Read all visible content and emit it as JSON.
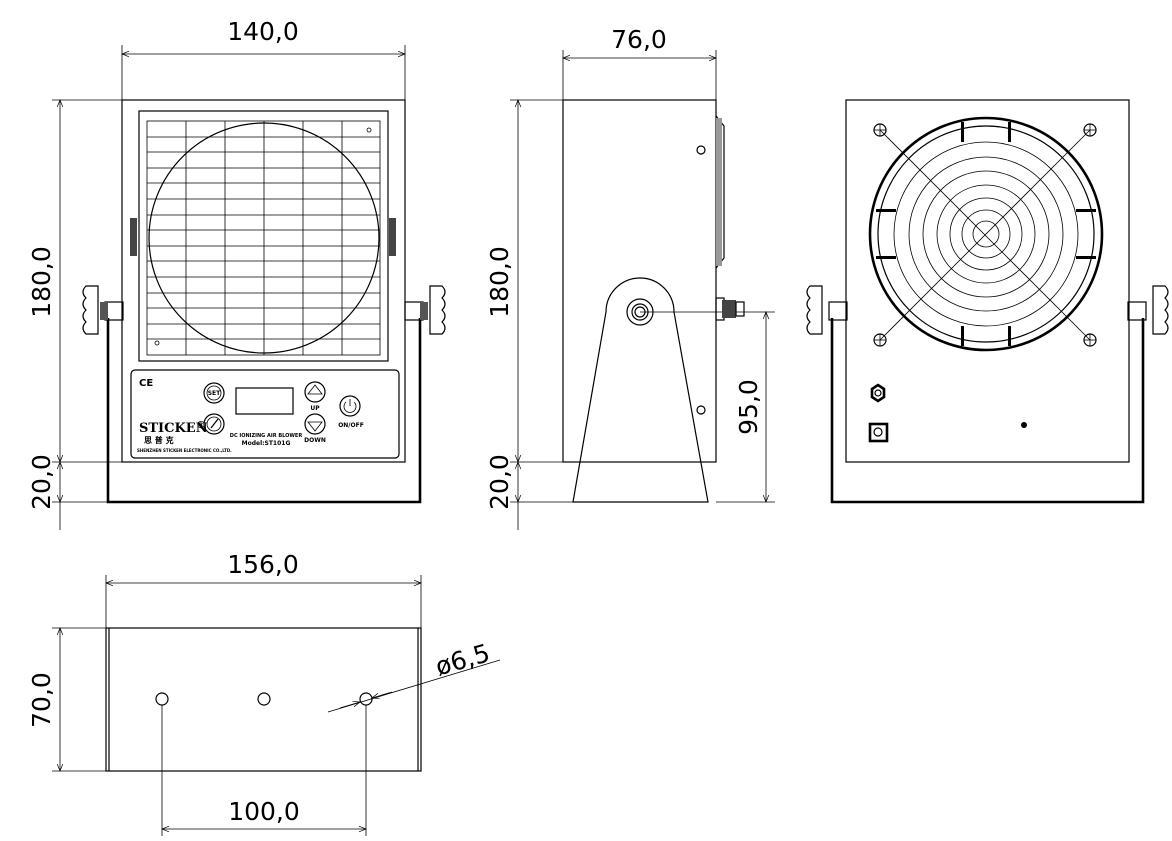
{
  "dimensions": {
    "front_width": "140,0",
    "front_height": "180,0",
    "front_stand": "20,0",
    "side_depth": "76,0",
    "side_height": "180,0",
    "side_stand": "20,0",
    "side_pivot": "95,0",
    "base_width": "156,0",
    "base_depth": "70,0",
    "hole_spacing": "100,0",
    "hole_diameter": "ø6,5"
  },
  "panel": {
    "ce_mark": "CE",
    "brand": "STICKEN",
    "registered": "®",
    "chinese_name": "思 普 克",
    "company": "SHENZHEN STICKEN ELECTRONIC CO.,LTD.",
    "product": "DC IONIZING AIR BLOWER",
    "model": "Model:ST101G",
    "set_label": "SET",
    "up_label": "UP",
    "down_label": "DOWN",
    "power_label": "ON/OFF"
  }
}
